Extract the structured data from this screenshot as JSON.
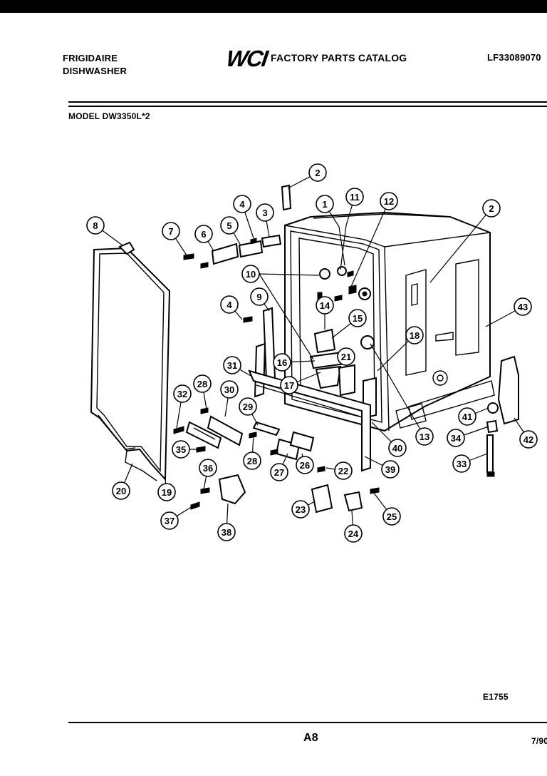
{
  "header": {
    "brand": "FRIGIDAIRE",
    "product": "DISHWASHER",
    "logo": "WCI",
    "catalog_title": "FACTORY PARTS CATALOG",
    "catalog_number": "LF33089070",
    "model": "MODEL DW3350L*2"
  },
  "diagram": {
    "callouts": [
      "2",
      "8",
      "7",
      "6",
      "5",
      "4",
      "3",
      "1",
      "11",
      "12",
      "2",
      "43",
      "10",
      "9",
      "4",
      "14",
      "15",
      "18",
      "16",
      "21",
      "31",
      "17",
      "32",
      "28",
      "30",
      "29",
      "35",
      "28",
      "27",
      "26",
      "22",
      "39",
      "40",
      "13",
      "41",
      "34",
      "42",
      "33",
      "20",
      "19",
      "36",
      "37",
      "38",
      "23",
      "24",
      "25"
    ]
  },
  "footer": {
    "drawing_number": "E1755",
    "page": "A8",
    "date": "7/90"
  }
}
